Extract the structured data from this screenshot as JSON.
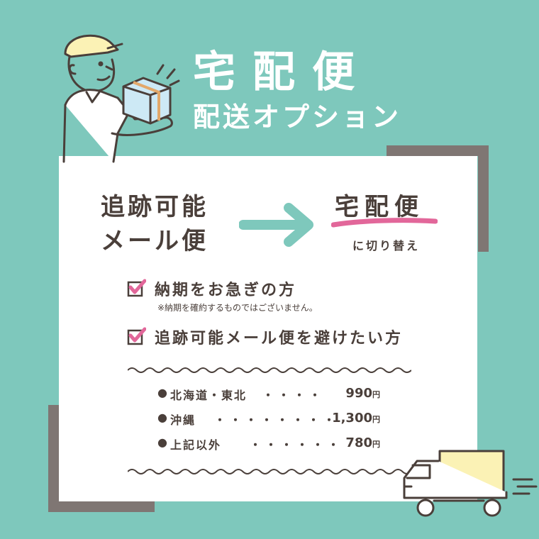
{
  "header": {
    "title_line1": "宅配便",
    "title_line2": "配送オプション"
  },
  "change": {
    "from_line1": "追跡可能",
    "from_line2": "メール便",
    "to_title": "宅配便",
    "to_sub": "に切り替え"
  },
  "options": [
    {
      "label": "納期をお急ぎの方"
    },
    {
      "label": "追跡可能メール便を避けたい方"
    }
  ],
  "note": "※納期を確約するものではございません。",
  "prices": [
    {
      "bullet": "●",
      "region": "北海道・東北",
      "dots": "・・・・",
      "amount": "990",
      "unit": "円"
    },
    {
      "bullet": "●",
      "region": "沖縄",
      "dots": "・・・・・・・・",
      "amount": "1,300",
      "unit": "円"
    },
    {
      "bullet": "●",
      "region": "上記以外",
      "dots": "・・・・・・",
      "amount": "780",
      "unit": "円"
    }
  ],
  "colors": {
    "background": "#7ec8bc",
    "accent_pink": "#e2679a",
    "frame_gray": "#7f7673",
    "text": "#4a3f3a",
    "arrow": "#7ec8bc",
    "truck_cargo": "#fbf2b5"
  }
}
